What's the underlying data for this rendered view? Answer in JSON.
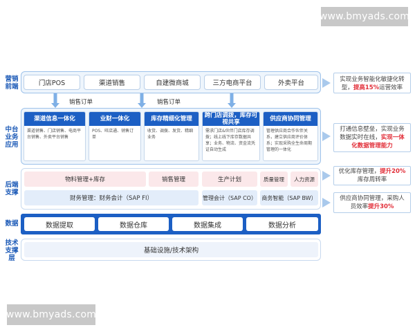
{
  "watermark": "www.bmyads.com",
  "layers": {
    "marketing": "营销\n前端",
    "middle": "中台\n业务\n应用",
    "backend": "后端\n支撑",
    "data": "数据",
    "tech": "技术\n支撑\n层"
  },
  "marketing_channels": [
    "门店POS",
    "渠道销售",
    "自建微商城",
    "三方电商平台",
    "外卖平台"
  ],
  "arrow_labels": [
    "销售订单",
    "销售订单"
  ],
  "middle_cards": [
    {
      "title": "渠道信息一体化",
      "body": "渠道销售、门店销售、电商平台销售、外卖平台销售"
    },
    {
      "title": "业财一体化",
      "body": "POS、旺店通、销售订单"
    },
    {
      "title": "库存精细化管理",
      "body": "收货、调拨、发货、精细业务"
    },
    {
      "title": "跨门店调拨，库存可视共享",
      "body": "需求门店&伙伴门店库存调拨；线上线下库存数据共享；业务、物流、资金流凭证自动生成"
    },
    {
      "title": "供应商协同管理",
      "body": "管理供应商合作伙伴关系，建立供应商评价体系；实现采购全生命周期管理的一体化"
    }
  ],
  "backend": {
    "row1": [
      "物料管理+库存",
      "销售管理",
      "生产计划",
      "质量管理",
      "人力资源"
    ],
    "row2": [
      "财务管理：财务会计（SAP FI）",
      "管理会计（SAP CO）",
      "商务智能（SAP BW）"
    ]
  },
  "data_items": [
    "数据提取",
    "数据仓库",
    "数据集成",
    "数据分析"
  ],
  "tech_item": "基础设施/技术架构",
  "callouts": [
    {
      "pre": "实现业务智能化敏捷化转型，",
      "highlight": "提高15%",
      "post": "运营效率"
    },
    {
      "pre": "打通信息壁垒，实现业务数据实时在线，",
      "highlight": "实现一体化数据管理能力",
      "post": ""
    },
    {
      "pre": "优化库存管理，",
      "highlight": "提升20%",
      "post": "库存周转率"
    },
    {
      "pre": "供应商协同管理，采购人员效率",
      "highlight": "提升30%",
      "post": ""
    }
  ]
}
